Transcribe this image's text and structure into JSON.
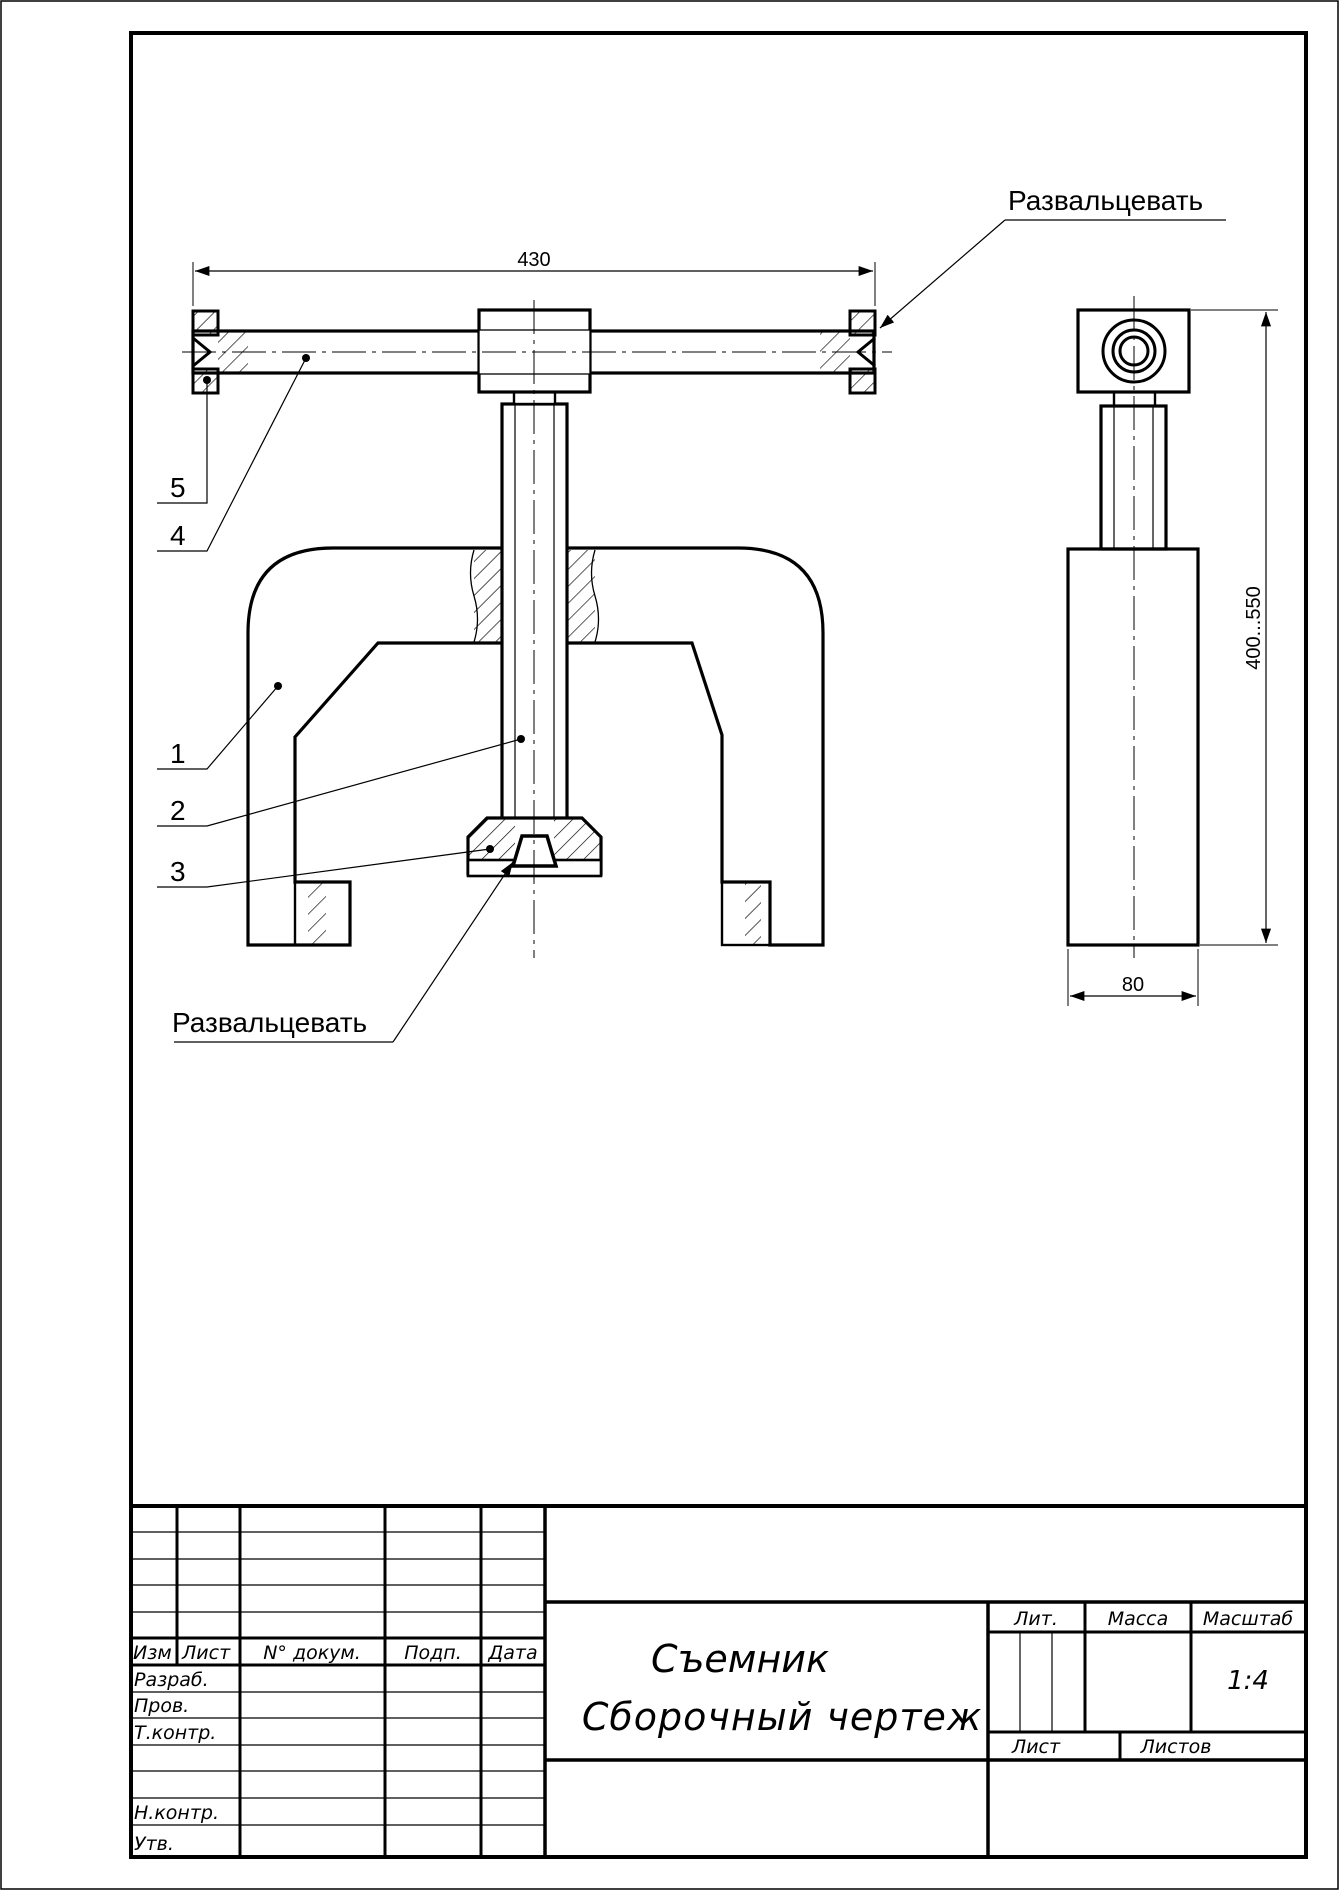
{
  "dimensions": {
    "beam_length": "430",
    "height_range": "400...550",
    "width": "80"
  },
  "callouts": {
    "flare_top": "Развальцевать",
    "flare_bottom": "Развальцевать"
  },
  "part_numbers": [
    "5",
    "4",
    "1",
    "2",
    "3"
  ],
  "title_block": {
    "revision_header": {
      "izm": "Изм",
      "list": "Лист",
      "doc_no": "N° докум.",
      "sign": "Подп.",
      "date": "Дата"
    },
    "roles": [
      "Разраб.",
      "Пров.",
      "Т.контр.",
      "",
      "Н.контр.",
      "Утв."
    ],
    "name_line1": "Съемник",
    "name_line2": "Сборочный чертеж",
    "lit_label": "Лит.",
    "mass_label": "Масса",
    "scale_label": "Масштаб",
    "scale_value": "1:4",
    "sheet_label": "Лист",
    "sheets_label": "Листов"
  }
}
